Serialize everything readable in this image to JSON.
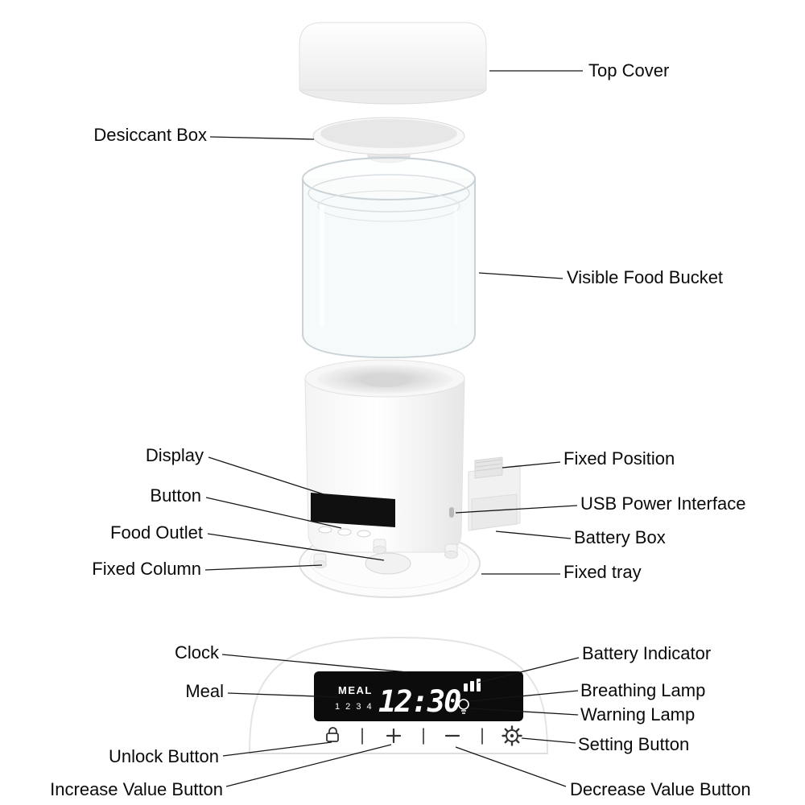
{
  "labels": {
    "top_cover": "Top Cover",
    "desiccant_box": "Desiccant Box",
    "visible_food_bucket": "Visible Food Bucket",
    "display": "Display",
    "button": "Button",
    "food_outlet": "Food Outlet",
    "fixed_column": "Fixed Column",
    "fixed_position": "Fixed Position",
    "usb_power_interface": "USB Power Interface",
    "battery_box": "Battery Box",
    "fixed_tray": "Fixed tray",
    "clock": "Clock",
    "meal": "Meal",
    "unlock_button": "Unlock Button",
    "increase_value_button": "Increase Value Button",
    "battery_indicator": "Battery Indicator",
    "breathing_lamp": "Breathing Lamp",
    "warning_lamp": "Warning Lamp",
    "setting_button": "Setting Button",
    "decrease_value_button": "Decrease Value Button"
  },
  "panel_display": {
    "meal_label": "MEAL",
    "meal_slots": "1 2 3 4",
    "time": "12:30"
  },
  "icons": {
    "battery_indicator": "battery-bars-icon",
    "breathing_lamp": "bulb-icon",
    "unlock": "padlock-icon",
    "increase": "plus-icon",
    "decrease": "minus-icon",
    "setting": "gear-icon"
  },
  "colors": {
    "display_bg": "#0c0c0c",
    "callout_line": "#161616",
    "panel_text": "#ffffff"
  }
}
